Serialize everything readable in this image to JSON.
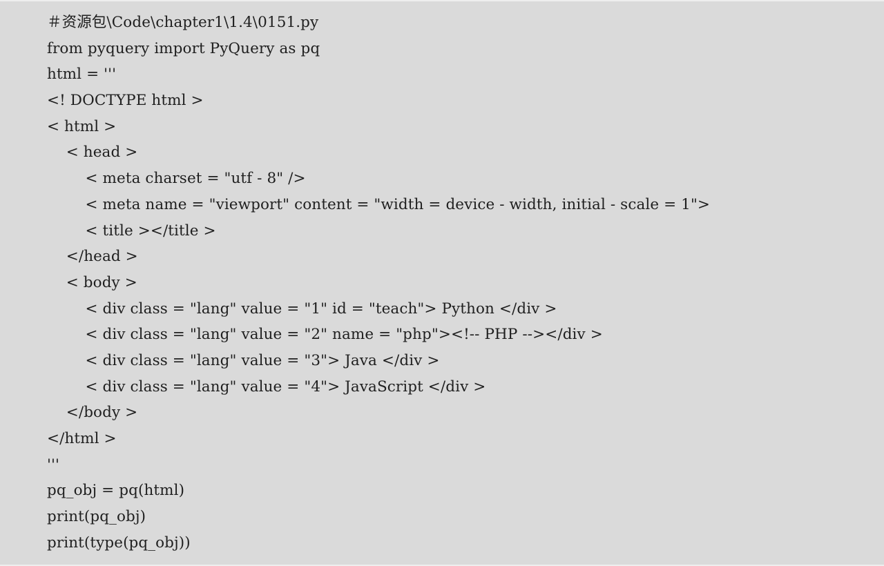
{
  "code": {
    "lines": [
      "＃资源包\\Code\\chapter1\\1.4\\0151.py",
      "from pyquery import PyQuery as pq",
      "html = '''",
      "<! DOCTYPE html >",
      "< html >",
      "    < head >",
      "        < meta charset = \"utf - 8\" />",
      "        < meta name = \"viewport\" content = \"width = device - width, initial - scale = 1\">",
      "        < title ></title >",
      "    </head >",
      "    < body >",
      "        < div class = \"lang\" value = \"1\" id = \"teach\"> Python </div >",
      "        < div class = \"lang\" value = \"2\" name = \"php\"><!-- PHP --></div >",
      "        < div class = \"lang\" value = \"3\"> Java </div >",
      "        < div class = \"lang\" value = \"4\"> JavaScript </div >",
      "    </body >",
      "</html >",
      "'''",
      "pq_obj = pq(html)",
      "print(pq_obj)",
      "print(type(pq_obj))"
    ]
  }
}
